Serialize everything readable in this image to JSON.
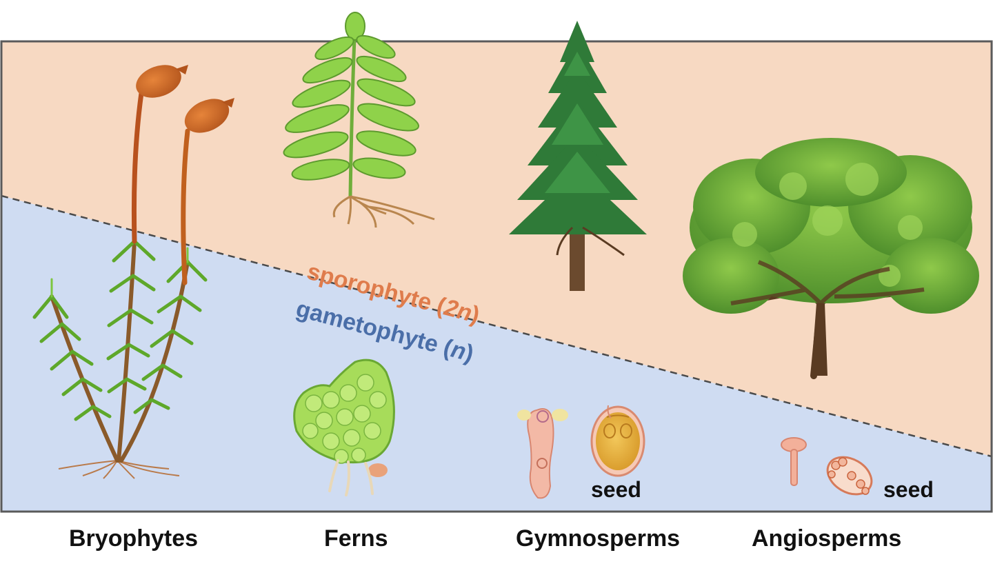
{
  "zones": {
    "sporophyte": {
      "base": "sporophyte (",
      "italic": "2n",
      "close": ")",
      "color": "#df7c4c",
      "fill": "#f7d9c2"
    },
    "gametophyte": {
      "base": "gametophyte (",
      "italic": "n",
      "close": ")",
      "color": "#4a6ea8",
      "fill": "#cfdcf2"
    }
  },
  "groups": [
    "Bryophytes",
    "Ferns",
    "Gymnosperms",
    "Angiosperms"
  ],
  "seed_label": "seed"
}
